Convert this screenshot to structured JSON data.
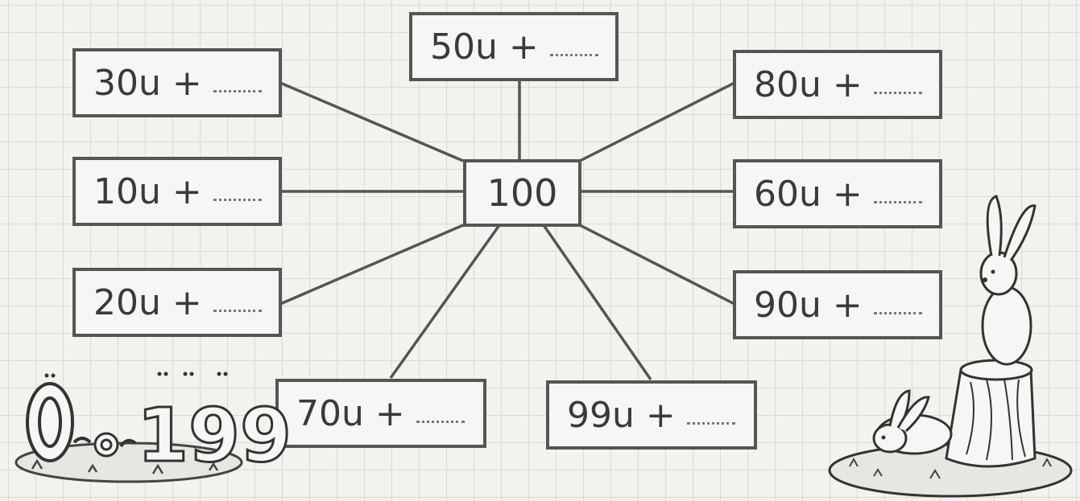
{
  "center": {
    "label": "100"
  },
  "items": [
    {
      "id": "30",
      "label": "30u +"
    },
    {
      "id": "10",
      "label": "10u +"
    },
    {
      "id": "20",
      "label": "20u +"
    },
    {
      "id": "50",
      "label": "50u +"
    },
    {
      "id": "80",
      "label": "80u +"
    },
    {
      "id": "60",
      "label": "60u +"
    },
    {
      "id": "90",
      "label": "90u +"
    },
    {
      "id": "70",
      "label": "70u +"
    },
    {
      "id": "99",
      "label": "99u +"
    }
  ],
  "logo": {
    "text": "0–199"
  },
  "illustration": "rabbits-on-tree-stump"
}
